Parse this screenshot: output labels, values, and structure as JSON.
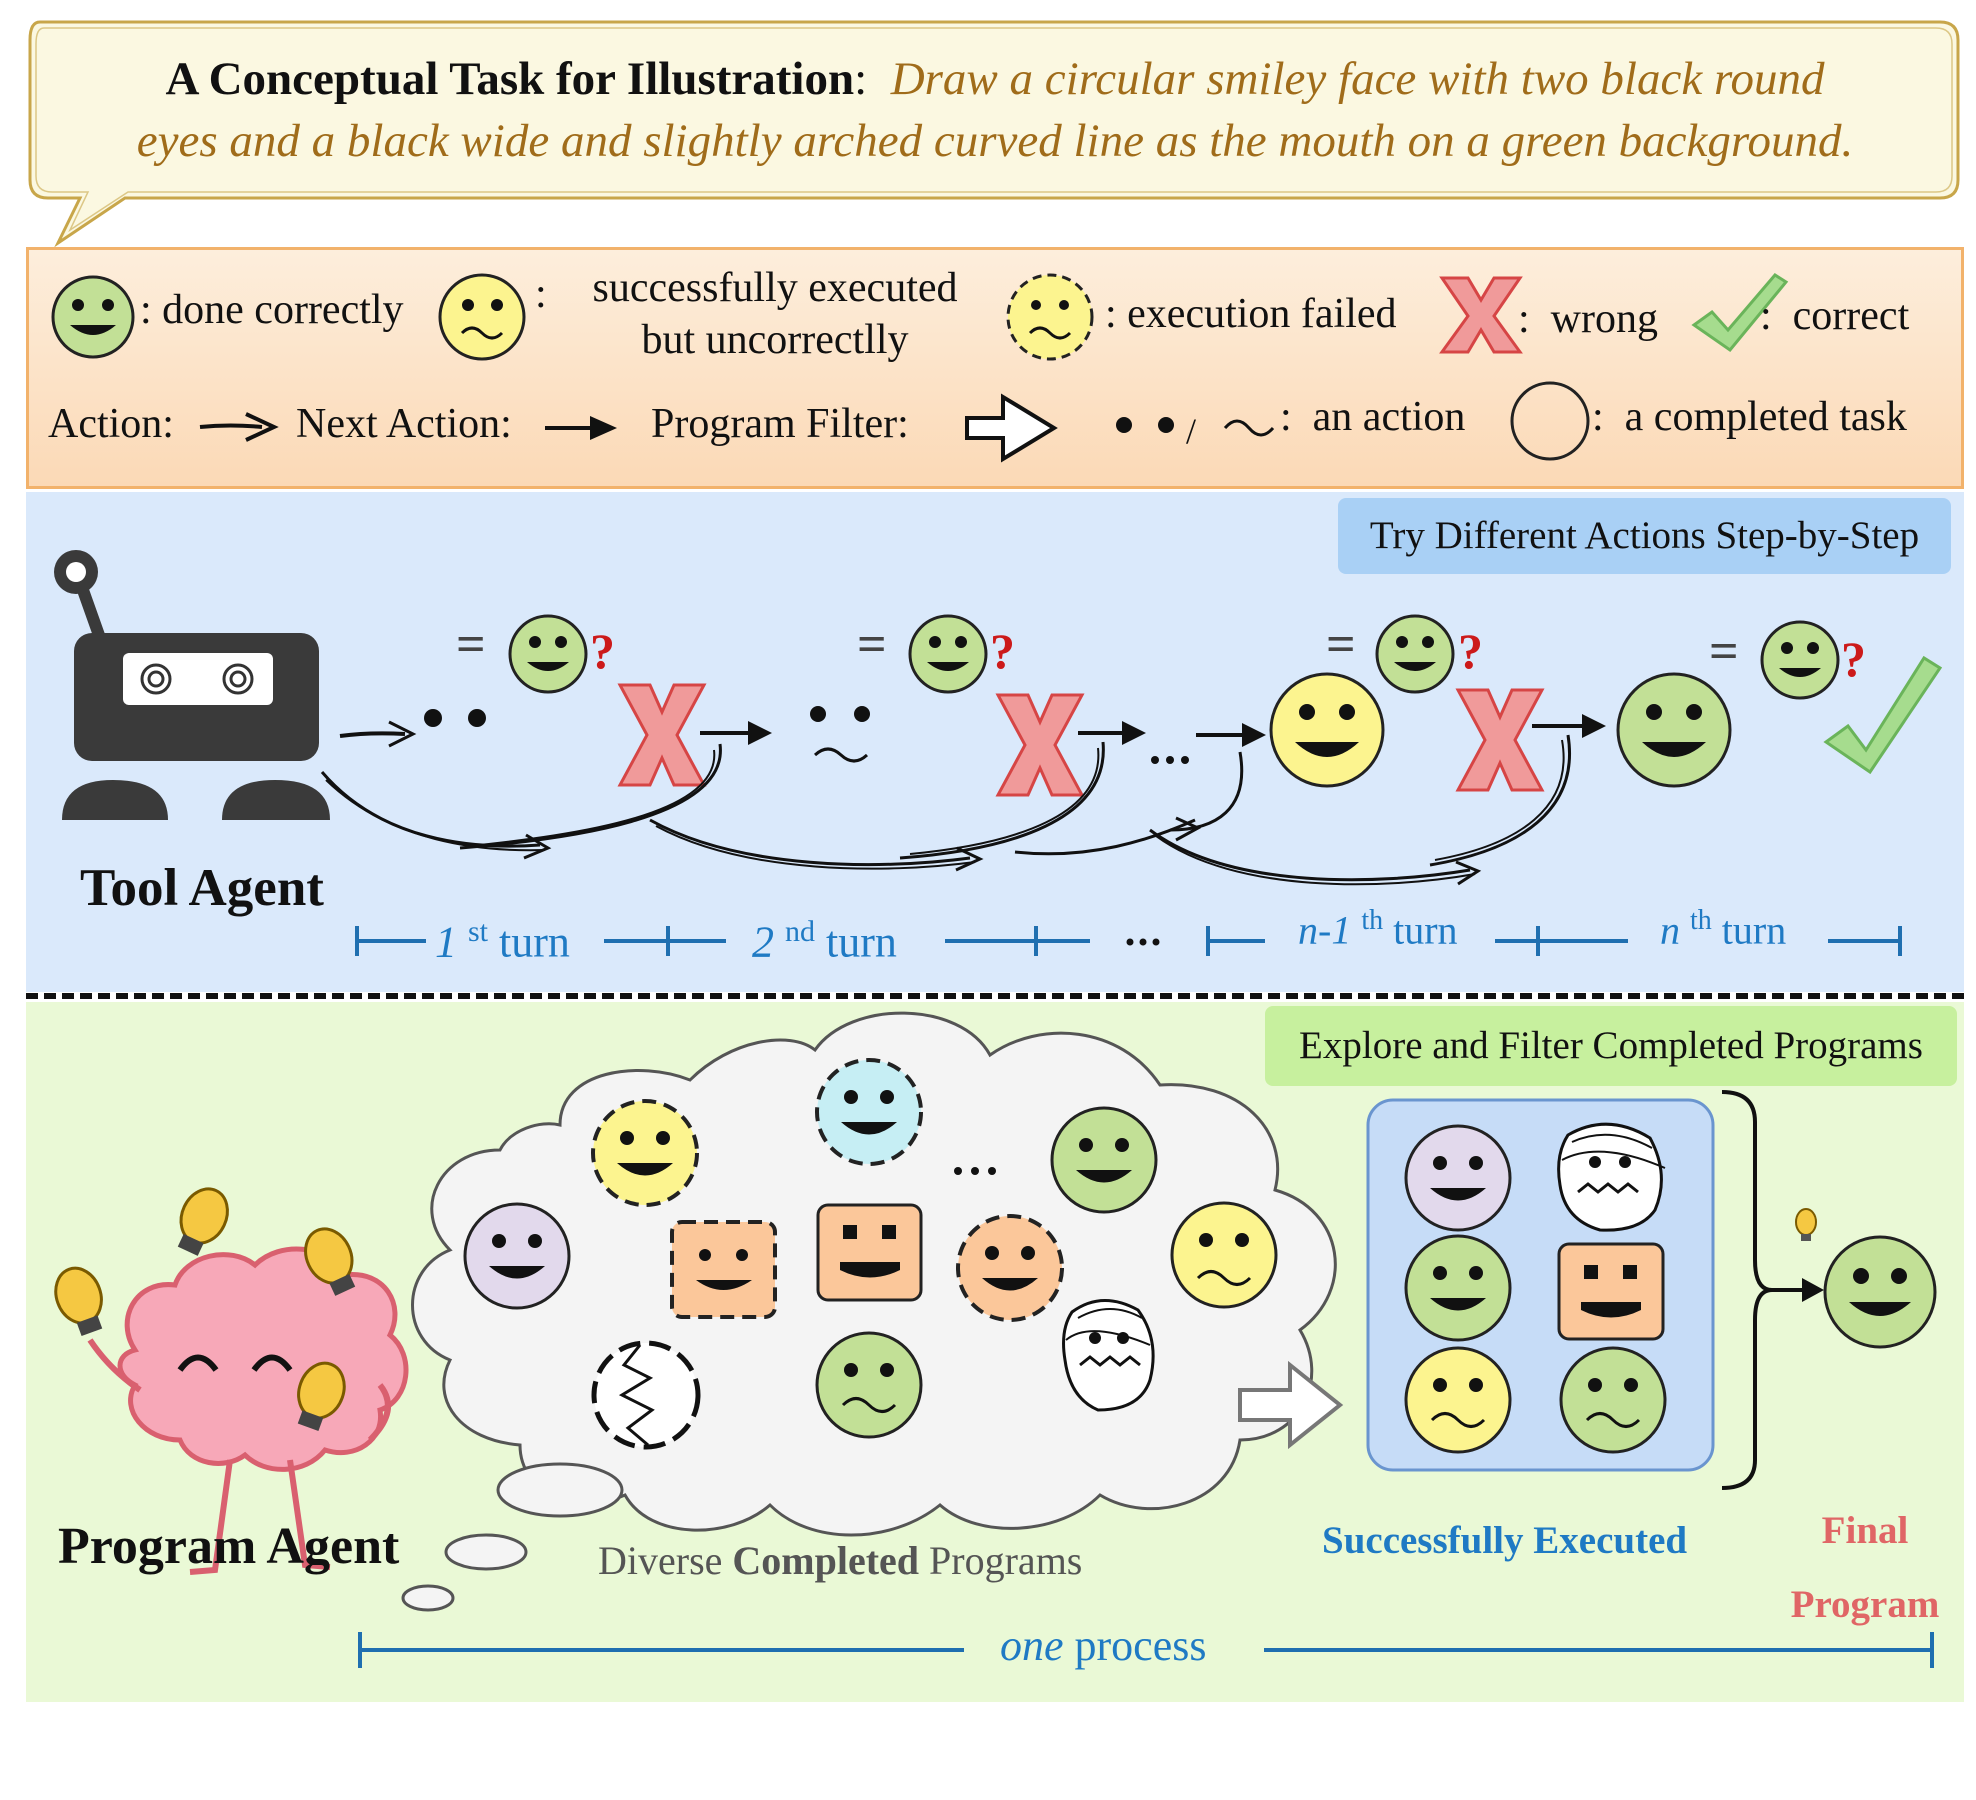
{
  "task": {
    "title": "A Conceptual Task for Illustration",
    "colon": ":",
    "line1": "Draw a circular smiley face with two black round",
    "line2": "eyes and a black wide and slightly arched curved line as the mouth on a green background."
  },
  "legend": {
    "done_correctly": ": done correctly",
    "success_colon": ":",
    "success_line1": "successfully  executed",
    "success_line2": "but uncorrectlly",
    "execution_failed": ": execution failed",
    "wrong": ":  wrong",
    "correct": ":  correct",
    "action": "Action:",
    "next_action": "Next Action:",
    "program_filter": "Program Filter:",
    "slash": "/",
    "an_action": ":  an action",
    "completed_task": ":  a completed task"
  },
  "tool_section": {
    "badge": "Try Different Actions Step-by-Step",
    "agent_label": "Tool Agent",
    "equals": "=",
    "question": "?",
    "ellipsis": "...",
    "turns": [
      {
        "main": "1",
        "sup": "st",
        "word": "turn"
      },
      {
        "main": "2",
        "sup": "nd",
        "word": "turn"
      },
      {
        "main": "n-1",
        "sup": "th",
        "word": "turn"
      },
      {
        "main": "n",
        "sup": "th",
        "word": "turn"
      }
    ]
  },
  "program_section": {
    "badge": "Explore and Filter Completed Programs",
    "agent_label": "Program Agent",
    "ellipsis": "...",
    "diverse_pre": "Diverse ",
    "diverse_bold": "Completed",
    "diverse_post": " Programs",
    "successfully_executed": "Successfully Executed",
    "final_line1": "Final",
    "final_line2": "Program",
    "one": "one",
    "process": " process"
  },
  "colors": {
    "green_face": "#c2e096",
    "yellow_face": "#fcf48f",
    "blue_face": "#c6eef4",
    "purple_face": "#e2d9ec",
    "orange_face": "#fbc79a",
    "tool_bg": "#dae9fb",
    "program_bg": "#eaf9d6",
    "legend_bg": "#fce3c7",
    "brown_text": "#a06c1a",
    "blue_text": "#1f7ac4",
    "red_text": "#e06666",
    "wrong_red": "#e45c5c",
    "check_green": "#7ac96a"
  }
}
